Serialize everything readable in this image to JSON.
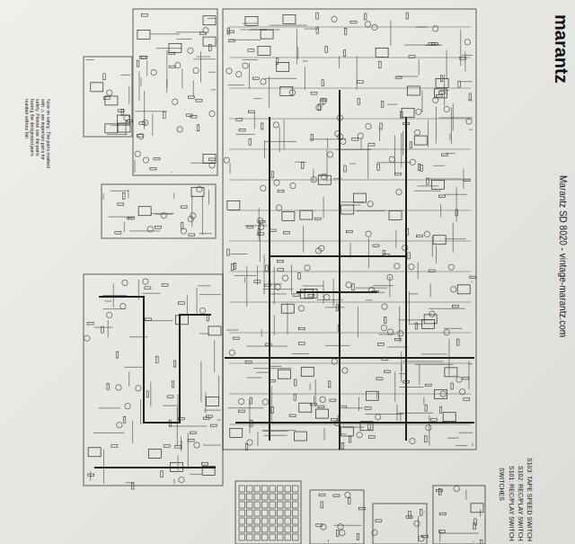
{
  "diagram": {
    "title": "marantz",
    "caption": "Marantz SD 8020 - vintage-marantz.com",
    "labels": [
      "Note on safety: The parts marked with ⚠ are important parts for safety. Please use the parts having the designated parts number without fail.",
      "SWITCHES",
      "S101: REC/PLAY SWITCH",
      "S102: REC/PLAY SWITCH",
      "S103: TAPE SPEED SWITCH"
    ]
  }
}
